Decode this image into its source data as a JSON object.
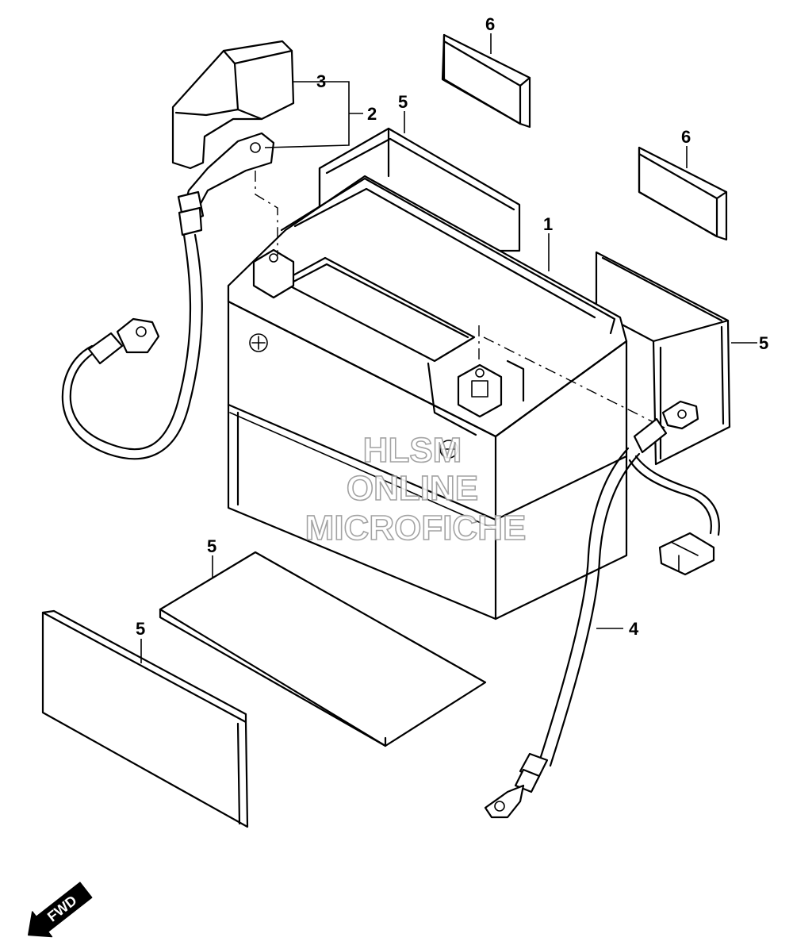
{
  "diagram": {
    "callouts": {
      "battery": "1",
      "terminal_assy": "2",
      "cover": "3",
      "cable": "4",
      "cushion_back": "5",
      "cushion_right": "5",
      "cushion_bottom": "5",
      "cushion_front": "5",
      "spacer_top": "6",
      "spacer_right": "6"
    },
    "watermark": {
      "line1": "HLSM",
      "line2": "ONLINE",
      "line3": "MICROFICHE"
    },
    "fwd_label": "FWD",
    "colors": {
      "line": "#000000",
      "watermark_outline": "#9a9a9a",
      "background": "#ffffff"
    }
  }
}
